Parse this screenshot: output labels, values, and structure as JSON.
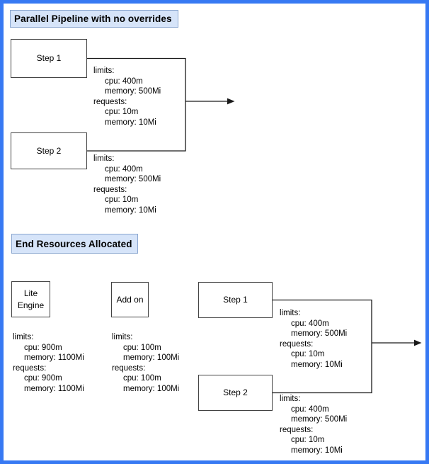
{
  "top_section": {
    "header": "Parallel Pipeline with no overrides",
    "steps": [
      {
        "label": "Step 1",
        "resources": [
          "limits:",
          "cpu: 400m",
          "memory: 500Mi",
          "requests:",
          "cpu: 10m",
          "memory: 10Mi"
        ]
      },
      {
        "label": "Step 2",
        "resources": [
          "limits:",
          "cpu: 400m",
          "memory: 500Mi",
          "requests:",
          "cpu: 10m",
          "memory: 10Mi"
        ]
      }
    ]
  },
  "bottom_section": {
    "header": "End Resources Allocated",
    "nodes": [
      {
        "label_line1": "Lite",
        "label_line2": "Engine",
        "resources": [
          "limits:",
          "cpu: 900m",
          "memory: 1100Mi",
          "requests:",
          "cpu: 900m",
          "memory: 1100Mi"
        ]
      },
      {
        "label": "Add on",
        "resources": [
          "limits:",
          "cpu: 100m",
          "memory: 100Mi",
          "requests:",
          "cpu: 100m",
          "memory: 100Mi"
        ]
      },
      {
        "label": "Step 1",
        "resources": [
          "limits:",
          "cpu: 400m",
          "memory: 500Mi",
          "requests:",
          "cpu: 10m",
          "memory: 10Mi"
        ]
      },
      {
        "label": "Step 2",
        "resources": [
          "limits:",
          "cpu: 400m",
          "memory: 500Mi",
          "requests:",
          "cpu: 10m",
          "memory: 10Mi"
        ]
      }
    ]
  },
  "colors": {
    "frame_border": "#3779f3",
    "header_fill": "#d6e4f9",
    "header_stroke": "#8aa6cf",
    "node_stroke": "#424242",
    "connector": "#1a1a1a"
  }
}
